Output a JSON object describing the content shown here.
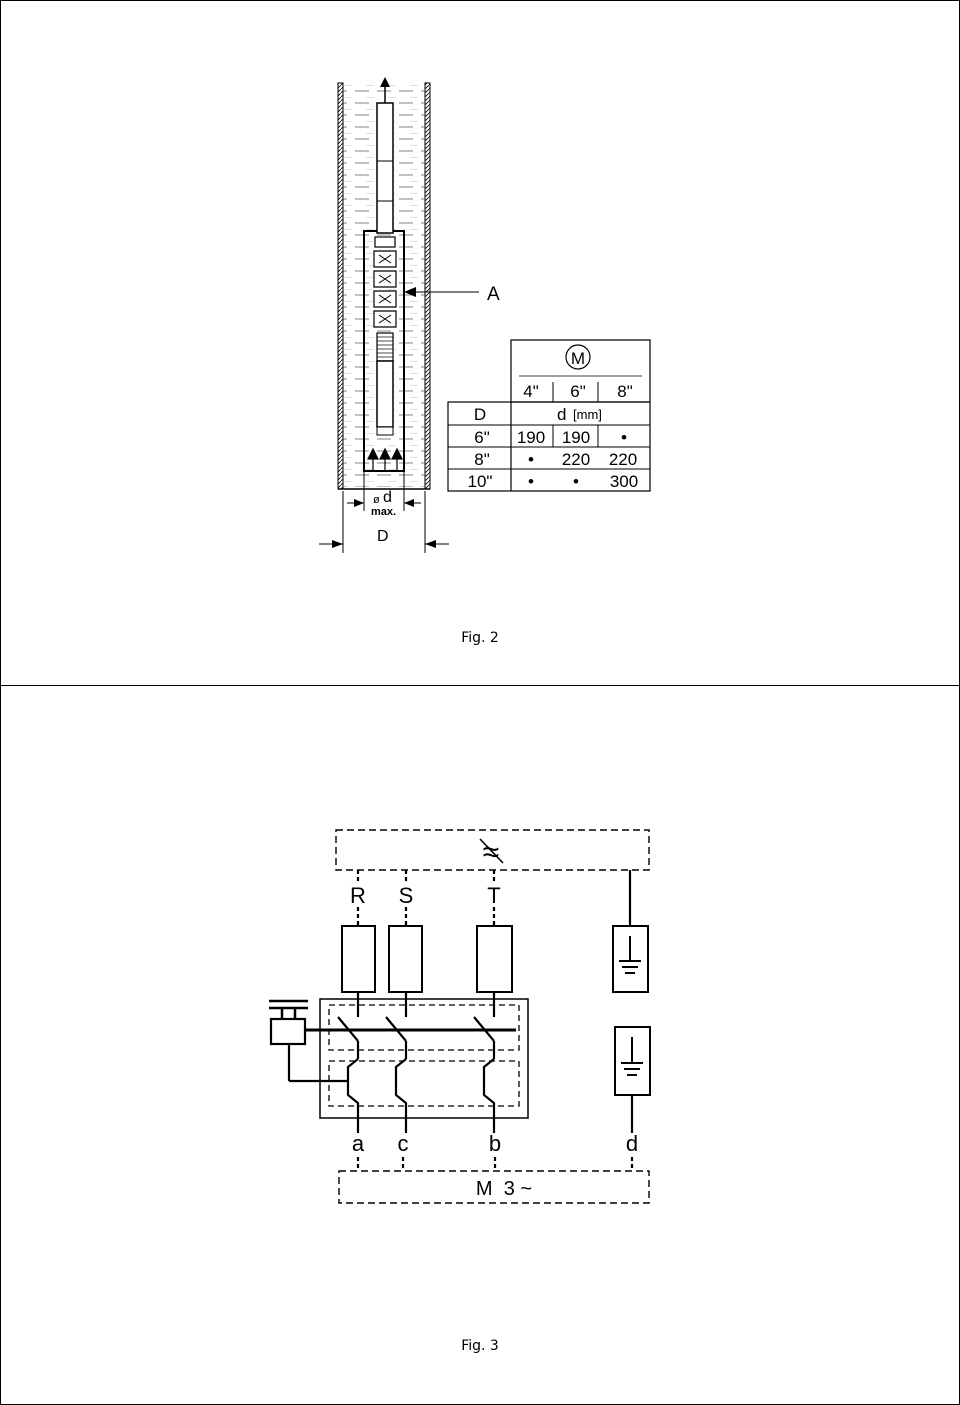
{
  "fig2": {
    "caption": "Fig. 2",
    "label_a": "A",
    "label_d_symbol": "ø",
    "label_d": "d",
    "label_d_max": "max.",
    "label_D": "D",
    "table": {
      "motor_symbol": "M",
      "motor_sizes": [
        "4\"",
        "6\"",
        "8\""
      ],
      "row_header": "D",
      "unit_header_d": "d",
      "unit_header_mm": "[mm]",
      "rows": [
        {
          "well": "6\"",
          "values": [
            "190",
            "190",
            "•"
          ]
        },
        {
          "well": "8\"",
          "values": [
            "•",
            "220",
            "220"
          ]
        },
        {
          "well": "10\"",
          "values": [
            "•",
            "•",
            "300"
          ]
        }
      ]
    }
  },
  "fig3": {
    "caption": "Fig. 3",
    "supply_symbol": "≈",
    "phase_labels": [
      "R",
      "S",
      "T"
    ],
    "motor_terminal_labels": [
      "a",
      "c",
      "b",
      "d"
    ],
    "motor_label": "M  3 ~"
  }
}
